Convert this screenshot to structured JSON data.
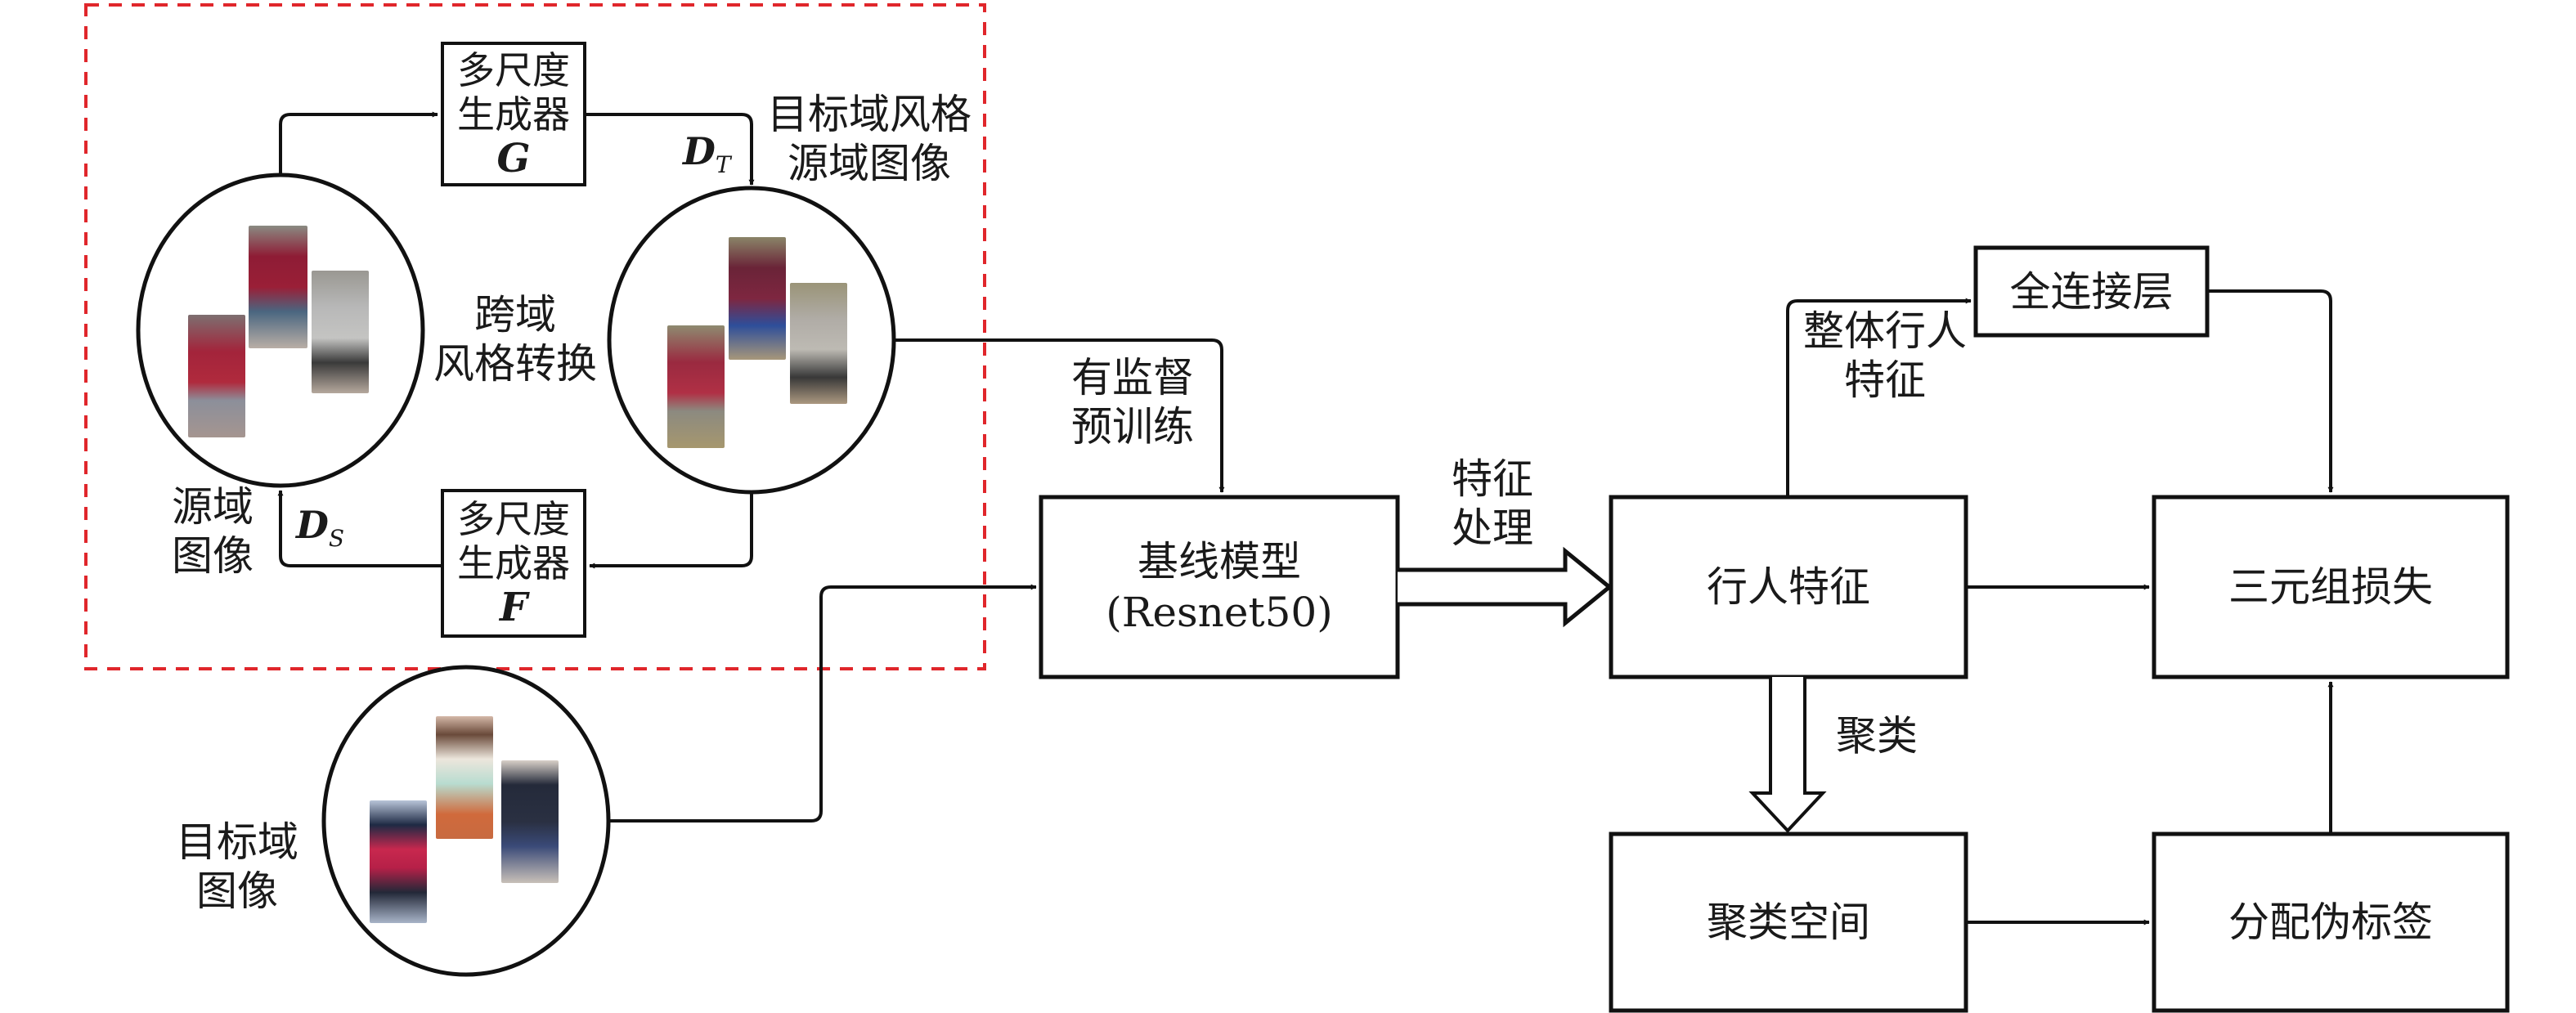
{
  "style_transfer": {
    "generator_g": {
      "line1": "多尺度",
      "line2": "生成器",
      "symbol": "G"
    },
    "generator_f": {
      "line1": "多尺度",
      "line2": "生成器",
      "symbol": "F"
    },
    "discriminator_t": {
      "symbol": "D",
      "subscript": "T"
    },
    "discriminator_s": {
      "symbol": "D",
      "subscript": "S"
    },
    "center_label": {
      "line1": "跨域",
      "line2": "风格转换"
    },
    "source_label": {
      "line1": "源域",
      "line2": "图像"
    },
    "target_style_label": {
      "line1": "目标域风格",
      "line2": "源域图像"
    }
  },
  "target_domain": {
    "line1": "目标域",
    "line2": "图像"
  },
  "supervised_label": {
    "line1": "有监督",
    "line2": "预训练"
  },
  "baseline": {
    "line1": "基线模型",
    "line2": "(Resnet50)"
  },
  "feature_processing": {
    "line1": "特征",
    "line2": "处理"
  },
  "person_features": {
    "label": "行人特征"
  },
  "global_features": {
    "line1": "整体行人",
    "line2": "特征"
  },
  "fc_layer": {
    "label": "全连接层"
  },
  "triplet_loss": {
    "label": "三元组损失"
  },
  "clustering": {
    "label": "聚类"
  },
  "cluster_space": {
    "label": "聚类空间"
  },
  "pseudo_labels": {
    "label": "分配伪标签"
  },
  "colors": {
    "dashed_border": "#e0262b",
    "line": "#111111"
  }
}
